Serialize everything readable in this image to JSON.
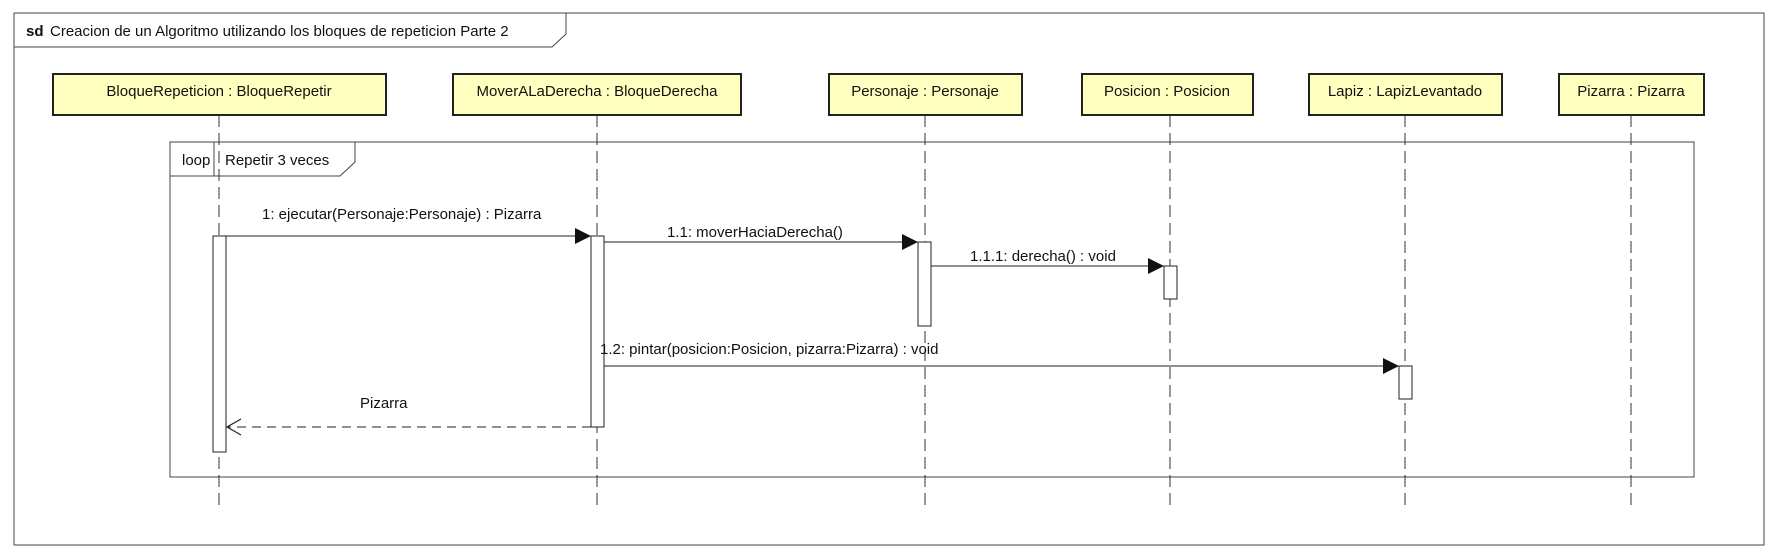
{
  "frame": {
    "keyword": "sd",
    "title": "Creacion de un Algoritmo utilizando los bloques de repeticion Parte 2"
  },
  "lifelines": [
    {
      "id": "bloque-repeticion",
      "label": "BloqueRepeticion : BloqueRepetir"
    },
    {
      "id": "mover-a-la-derecha",
      "label": "MoverALaDerecha : BloqueDerecha"
    },
    {
      "id": "personaje",
      "label": "Personaje : Personaje"
    },
    {
      "id": "posicion",
      "label": "Posicion : Posicion"
    },
    {
      "id": "lapiz",
      "label": "Lapiz : LapizLevantado"
    },
    {
      "id": "pizarra",
      "label": "Pizarra : Pizarra"
    }
  ],
  "fragment": {
    "operator": "loop",
    "guard": "Repetir 3 veces"
  },
  "messages": [
    {
      "id": "msg-1",
      "label": "1: ejecutar(Personaje:Personaje) : Pizarra",
      "kind": "sync"
    },
    {
      "id": "msg-1-1",
      "label": "1.1: moverHaciaDerecha()",
      "kind": "sync"
    },
    {
      "id": "msg-1-1-1",
      "label": "1.1.1: derecha() : void",
      "kind": "sync"
    },
    {
      "id": "msg-1-2",
      "label": "1.2: pintar(posicion:Posicion, pizarra:Pizarra) : void",
      "kind": "sync"
    },
    {
      "id": "msg-return",
      "label": "Pizarra",
      "kind": "return"
    }
  ],
  "colors": {
    "lifeline_fill": "#ffffc0",
    "stroke": "#222222",
    "background": "#ffffff"
  }
}
